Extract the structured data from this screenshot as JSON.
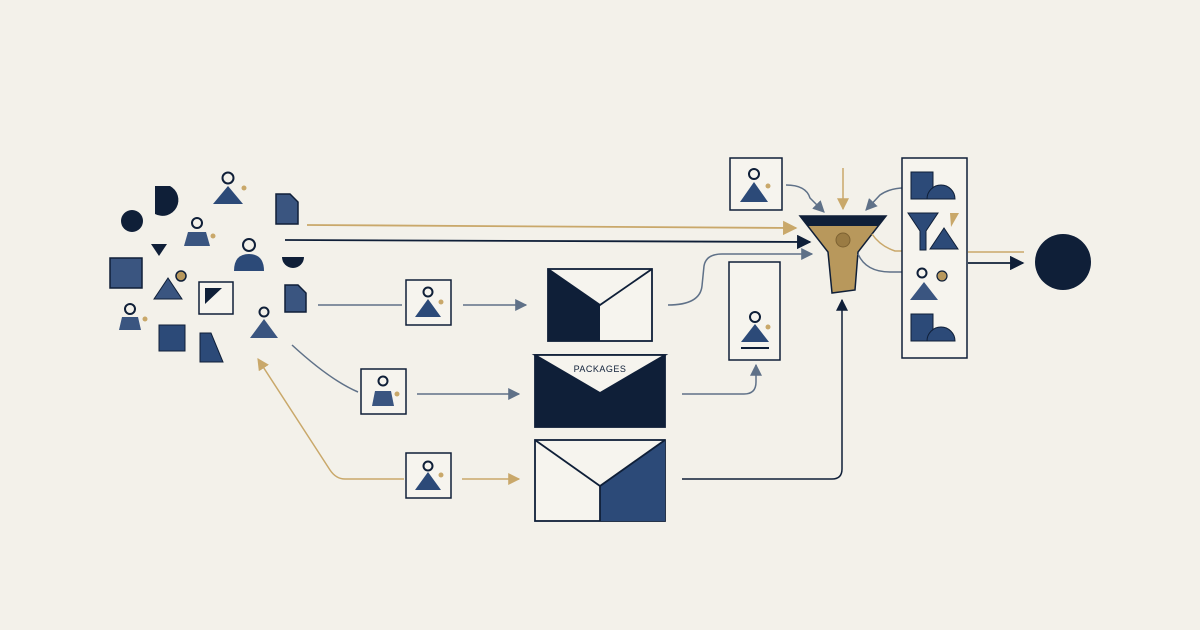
{
  "colors": {
    "background": "#f3f1ea",
    "navy": "#0f1f38",
    "slate": "#3a5580",
    "gray_line": "#5f7188",
    "gold": "#c9a86a",
    "funnel_gold": "#b8985c",
    "card_fill": "#f6f4ee"
  },
  "envelopes": [
    {
      "id": "envelope-1",
      "label": ""
    },
    {
      "id": "envelope-2",
      "label": "PACKAGES"
    },
    {
      "id": "envelope-3",
      "label": ""
    }
  ],
  "icons": {
    "source_cluster": "scattered-shapes-and-person-icons",
    "profile_card": "person-card-icon",
    "envelope": "envelope-icon",
    "funnel": "funnel-icon",
    "output": "filled-circle-icon"
  }
}
